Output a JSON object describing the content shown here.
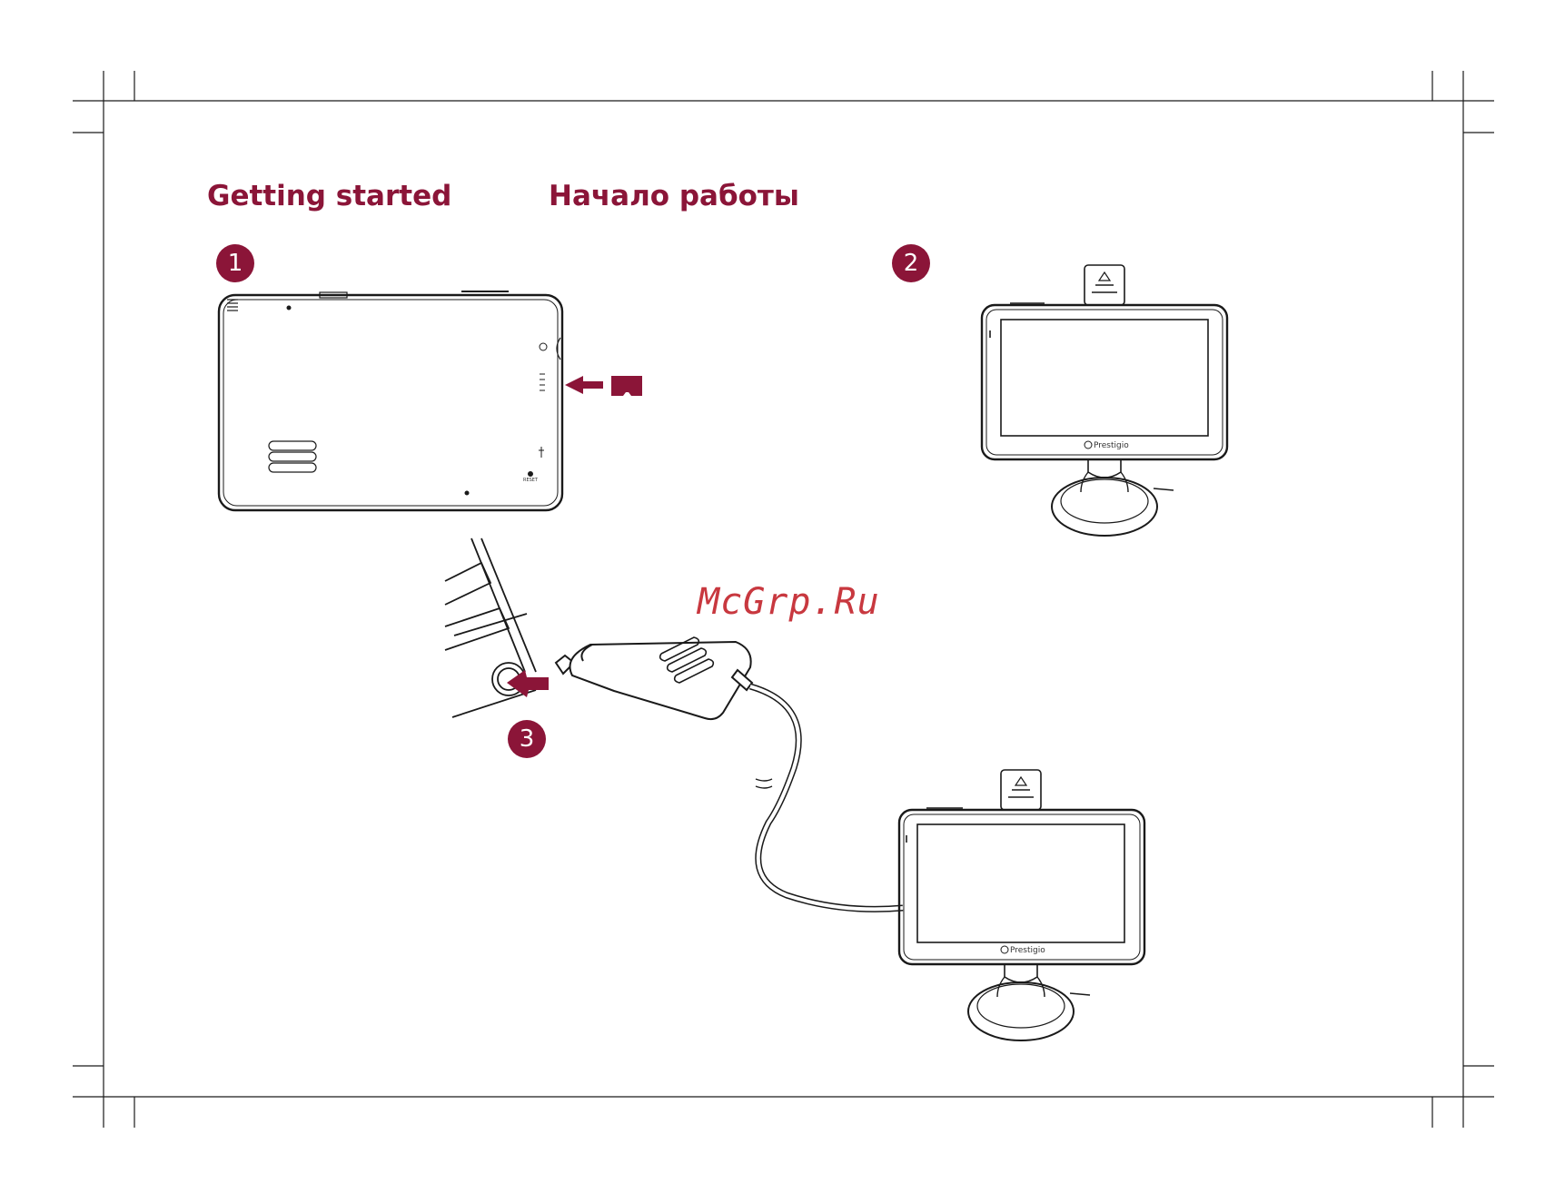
{
  "headings": {
    "english": "Getting started",
    "russian": "Начало работы"
  },
  "steps": [
    "1",
    "2",
    "3"
  ],
  "device": {
    "brand": "Prestigio",
    "reset_label": "RESET"
  },
  "watermark": "McGrp.Ru",
  "colors": {
    "accent": "#8b1538",
    "line": "#1a1a1a",
    "watermark": "#c8383f"
  }
}
